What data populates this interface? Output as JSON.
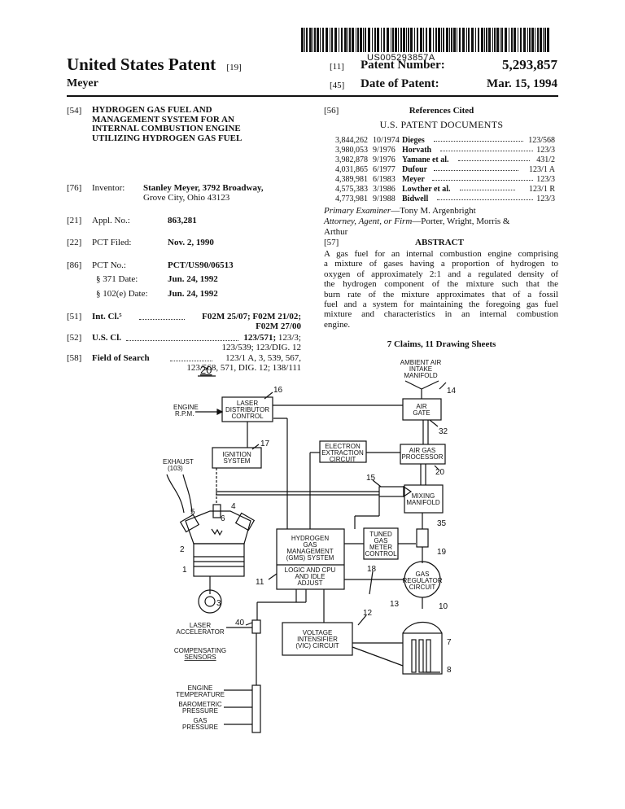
{
  "header": {
    "barcode_number": "US005293857A",
    "title": "United States Patent",
    "title_code": "[19]",
    "inventor_surname": "Meyer",
    "patent_number_code": "[11]",
    "patent_number_label": "Patent Number:",
    "patent_number": "5,293,857",
    "date_code": "[45]",
    "date_label": "Date of Patent:",
    "date": "Mar. 15, 1994"
  },
  "left": {
    "title_code": "[54]",
    "title_lines": [
      "HYDROGEN GAS FUEL AND",
      "MANAGEMENT SYSTEM FOR AN",
      "INTERNAL COMBUSTION ENGINE",
      "UTILIZING HYDROGEN GAS FUEL"
    ],
    "inventor_code": "[76]",
    "inventor_label": "Inventor:",
    "inventor_line1": "Stanley Meyer, 3792 Broadway,",
    "inventor_line2": "Grove City, Ohio 43123",
    "appl_code": "[21]",
    "appl_label": "Appl. No.:",
    "appl_value": "863,281",
    "pct_filed_code": "[22]",
    "pct_filed_label": "PCT Filed:",
    "pct_filed_value": "Nov. 2, 1990",
    "pct_no_code": "[86]",
    "pct_no_label": "PCT No.:",
    "pct_no_value": "PCT/US90/06513",
    "s371_label": "§ 371 Date:",
    "s371_value": "Jun. 24, 1992",
    "s102_label": "§ 102(e) Date:",
    "s102_value": "Jun. 24, 1992",
    "intcl_code": "[51]",
    "intcl_label": "Int. Cl.⁵",
    "intcl_value": "F02M 25/07; F02M 21/02;",
    "intcl_value2": "F02M 27/00",
    "uscl_code": "[52]",
    "uscl_label": "U.S. Cl.",
    "uscl_value_bold": "123/571;",
    "uscl_value_rest": "123/3;",
    "uscl_value2": "123/539; 123/DIG. 12",
    "field_code": "[58]",
    "field_label": "Field of Search",
    "field_value": "123/1 A, 3, 539, 567,",
    "field_value2": "123/568, 571, DIG. 12; 138/111"
  },
  "right": {
    "refs_code": "[56]",
    "refs_heading": "References Cited",
    "refs_subheading": "U.S. PATENT DOCUMENTS",
    "references": [
      {
        "number": "3,844,262",
        "date": "10/1974",
        "name": "Dieges",
        "cls": "123/568"
      },
      {
        "number": "3,980,053",
        "date": "9/1976",
        "name": "Horvath",
        "cls": "123/3"
      },
      {
        "number": "3,982,878",
        "date": "9/1976",
        "name": "Yamane et al.",
        "cls": "431/2"
      },
      {
        "number": "4,031,865",
        "date": "6/1977",
        "name": "Dufour",
        "cls": "123/1 A"
      },
      {
        "number": "4,389,981",
        "date": "6/1983",
        "name": "Meyer",
        "cls": "123/3"
      },
      {
        "number": "4,575,383",
        "date": "3/1986",
        "name": "Lowther et al.",
        "cls": "123/1 R"
      },
      {
        "number": "4,773,981",
        "date": "9/1988",
        "name": "Bidwell",
        "cls": "123/3"
      }
    ],
    "primary_examiner_label": "Primary Examiner",
    "primary_examiner": "—Tony M. Argenbright",
    "attorney_label": "Attorney, Agent, or Firm",
    "attorney_line1": "—Porter, Wright, Morris &",
    "attorney_line2": "Arthur",
    "abstract_code": "[57]",
    "abstract_heading": "ABSTRACT",
    "abstract_lines": [
      "A gas fuel for an internal combustion engine comprising",
      "a mixture of gases having a proportion of hydrogen to",
      "oxygen of approximately 2:1 and a regulated density of",
      "the hydrogen component of the mixture such that the",
      "burn rate of the mixture approximates that of a fossil",
      "fuel and a system for maintaining the foregoing gas fuel",
      "mixture and characteristics in an internal combustion",
      "engine."
    ],
    "claims": "7 Claims, 11 Drawing Sheets"
  },
  "figure": {
    "fig_number": "20",
    "labels": {
      "ambient_air_1": "AMBIENT AIR",
      "ambient_air_2": "INTAKE",
      "ambient_air_3": "MANIFOLD",
      "n14": "14",
      "n16": "16",
      "engine_rpm_1": "ENGINE",
      "engine_rpm_2": "R.P.M.",
      "laser_dist_1": "LASER",
      "laser_dist_2": "DISTRIBUTOR",
      "laser_dist_3": "CONTROL",
      "air_gate_1": "AIR",
      "air_gate_2": "GATE",
      "n32": "32",
      "n17": "17",
      "ignition_1": "IGNITION",
      "ignition_2": "SYSTEM",
      "exhaust_1": "EXHAUST",
      "exhaust_2": "(103)",
      "electron_1": "ELECTRON",
      "electron_2": "EXTRACTION",
      "electron_3": "CIRCUIT",
      "air_gas_1": "AIR GAS",
      "air_gas_2": "PROCESSOR",
      "n20": "20",
      "n15": "15",
      "mixing_1": "MIXING",
      "mixing_2": "MANIFOLD",
      "n5": "5",
      "n6": "6",
      "n4": "4",
      "n35": "35",
      "n2": "2",
      "n1": "1",
      "hgms_1": "HYDROGEN",
      "hgms_2": "GAS",
      "hgms_3": "MANAGEMENT",
      "hgms_4": "(GMS) SYSTEM",
      "hgms_5": "LOGIC AND CPU",
      "hgms_6": "AND IDLE",
      "hgms_7": "ADJUST",
      "tuned_1": "TUNED",
      "tuned_2": "GAS",
      "tuned_3": "METER",
      "tuned_4": "CONTROL",
      "n19": "19",
      "n18": "18",
      "gas_reg_1": "GAS",
      "gas_reg_2": "REGULATOR",
      "gas_reg_3": "CIRCUIT",
      "n11": "11",
      "n3": "3",
      "n13": "13",
      "n10": "10",
      "n12": "12",
      "n40": "40",
      "laser_acc_1": "LASER",
      "laser_acc_2": "ACCELERATOR",
      "vic_1": "VOLTAGE",
      "vic_2": "INTENSIFIER",
      "vic_3": "(VIC) CIRCUIT",
      "n7": "7",
      "comp_1": "COMPENSATING",
      "comp_2": "SENSORS",
      "n8": "8",
      "engine_temp_1": "ENGINE",
      "engine_temp_2": "TEMPERATURE",
      "baro_1": "BAROMETRIC",
      "baro_2": "PRESSURE",
      "gasp_1": "GAS",
      "gasp_2": "PRESSURE"
    }
  }
}
